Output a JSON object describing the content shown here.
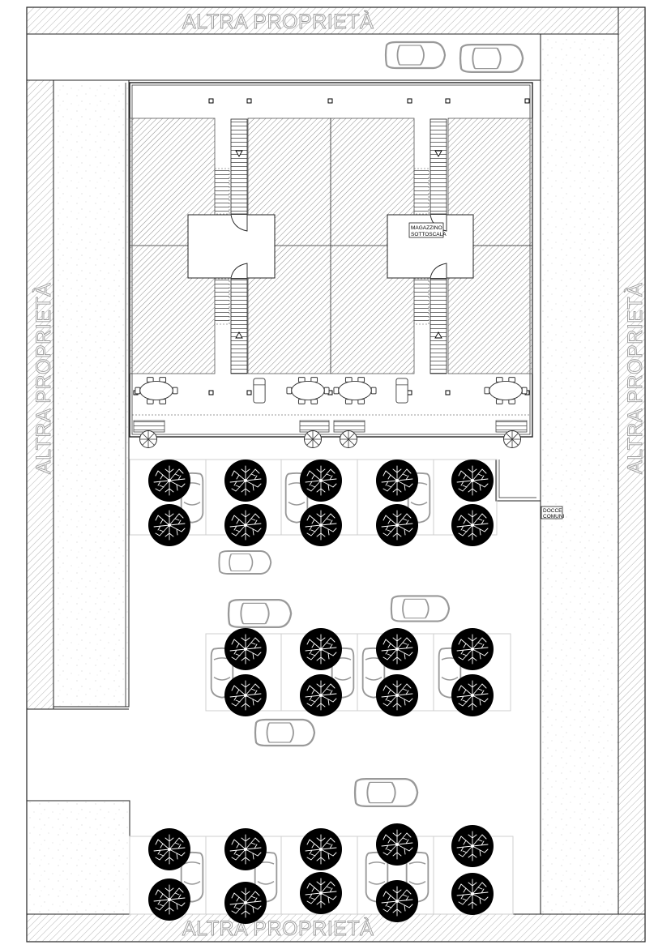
{
  "labels": {
    "neighbor_property": "ALTRA PROPRIETÀ",
    "storage_line1": "MAGAZZINO",
    "storage_line2": "SOTTOSCALA",
    "showers_line1": "DOCCE",
    "showers_line2": "COMUNI"
  },
  "colors": {
    "line": "#1a1a1a",
    "hatch": "#8a8a8a",
    "car": "#9a9a9a",
    "tree": "#000000",
    "label_outline": "#9a9a9a"
  },
  "icons": [
    "tree-icon",
    "car-icon",
    "umbrella-icon",
    "table-icon",
    "sunbed-icon",
    "stair-arrow-icon"
  ]
}
